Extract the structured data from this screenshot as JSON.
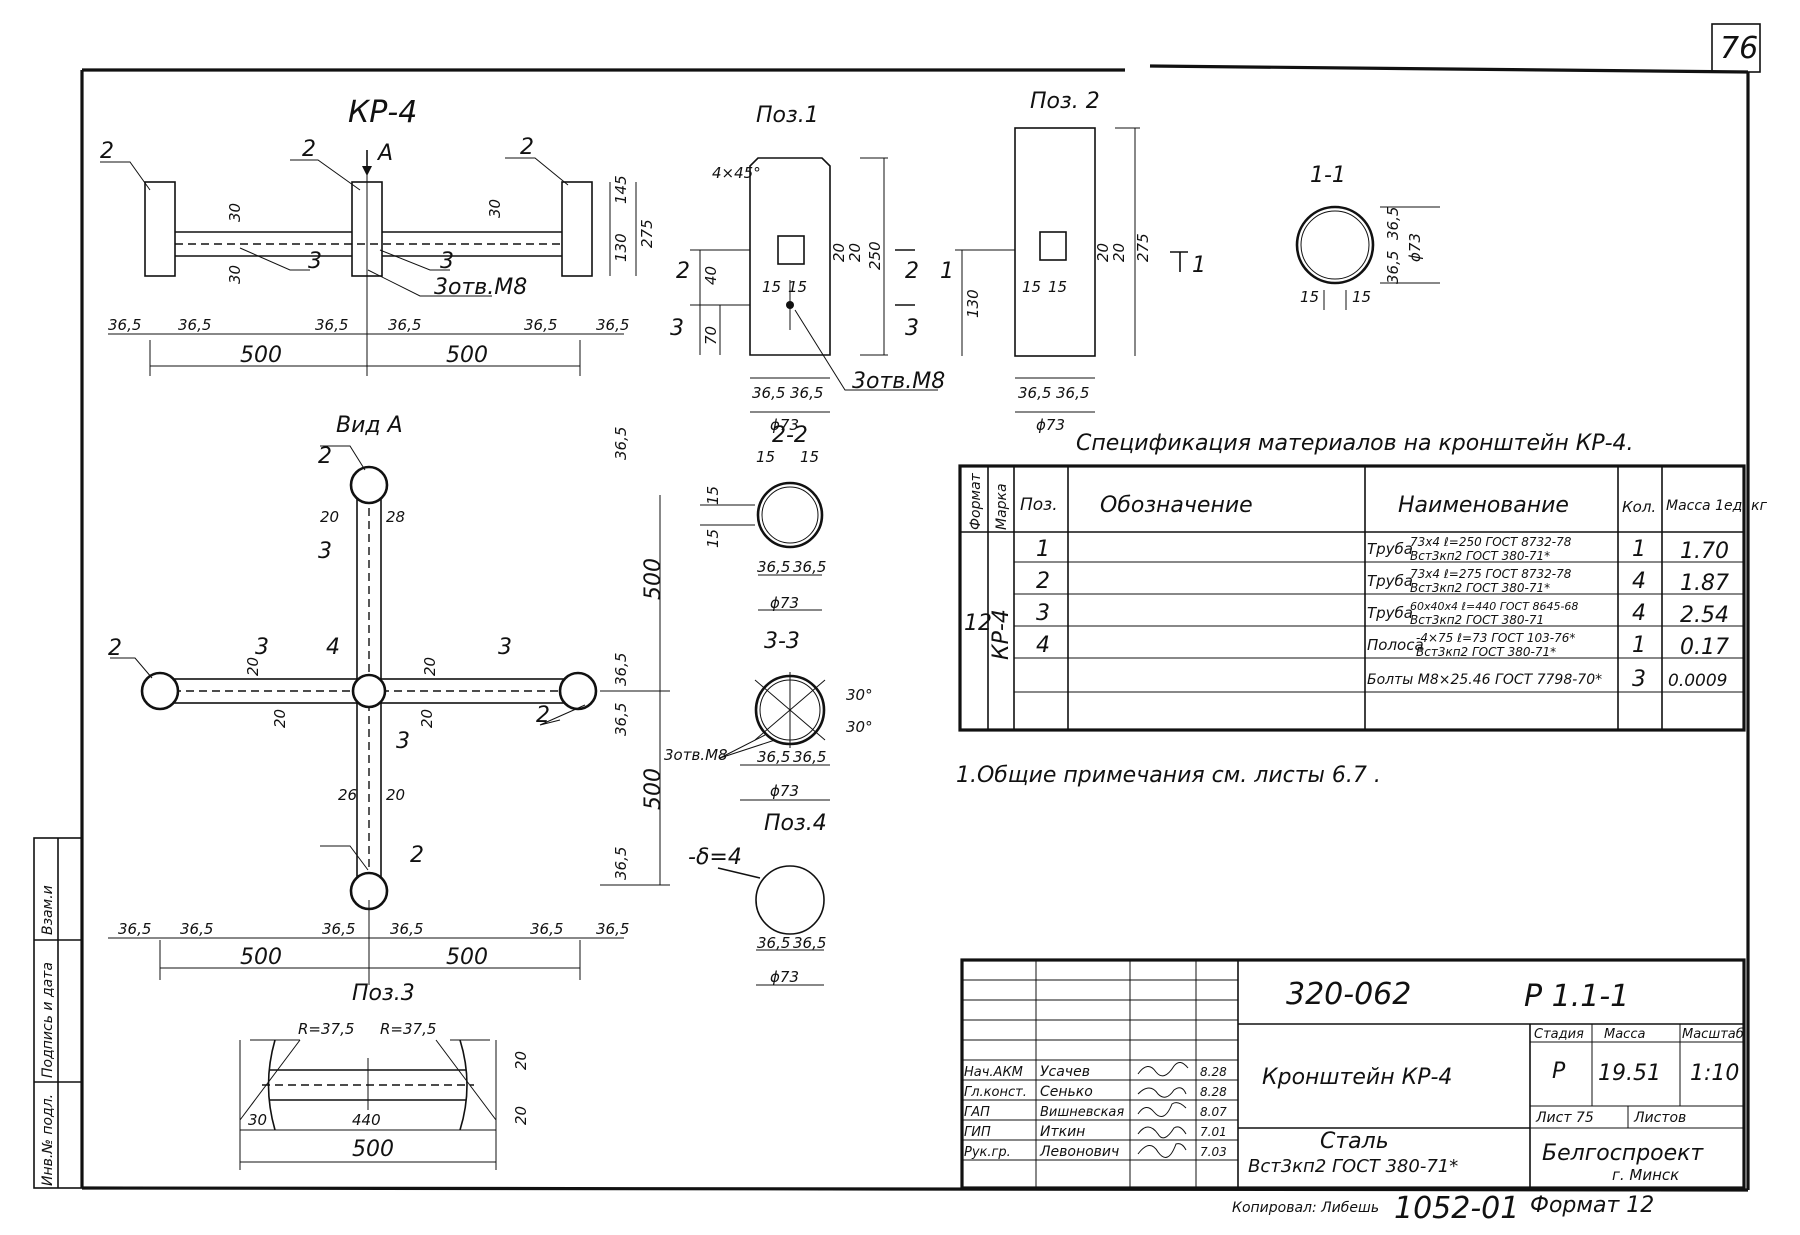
{
  "sheet": {
    "page_number": "76",
    "copied_by": "Копировал: Либешь",
    "copy_number": "1052-01",
    "format": "Формат 12"
  },
  "views": {
    "kr4_title": "КР-4",
    "section_a": "А",
    "pos1_title": "Поз.1",
    "pos2_title": "Поз. 2",
    "sec11_title": "1-1",
    "vid_a_title": "Вид А",
    "sec22_title": "2-2",
    "sec33_title": "3-3",
    "pos3_title": "Поз.3",
    "pos4_title": "Поз.4",
    "pos4_thickness": "-δ=4"
  },
  "dims": {
    "d500": "500",
    "d365": "36,5",
    "d30": "30",
    "d145": "145",
    "d130": "130",
    "d275": "275",
    "d250": "250",
    "d20": "20",
    "d40": "40",
    "d70": "70",
    "d15": "15",
    "d28": "28",
    "d26": "26",
    "d440": "440",
    "phi73": "ϕ73",
    "chamfer": "4×45°",
    "hole": "3отв.М8",
    "r375": "R=37,5",
    "a30": "30°",
    "p1": "1",
    "p2": "2",
    "p3": "3",
    "p4": "4"
  },
  "spec": {
    "title": "Спецификация материалов на кронштейн КР-4.",
    "headers": {
      "format": "Формат",
      "mark": "Марка",
      "pos": "Поз.",
      "designation": "Обозначение",
      "name": "Наименование",
      "qty": "Кол.",
      "mass": "Масса 1ед.,кг"
    },
    "format_value": "12",
    "mark_value": "КР-4",
    "rows": [
      {
        "pos": "1",
        "name_prefix": "Труба",
        "name_top": "73х4 ℓ=250 ГОСТ 8732-78",
        "name_bottom": "Вст3кп2 ГОСТ 380-71*",
        "qty": "1",
        "mass": "1.70"
      },
      {
        "pos": "2",
        "name_prefix": "Труба",
        "name_top": "73х4 ℓ=275 ГОСТ 8732-78",
        "name_bottom": "Вст3кп2 ГОСТ 380-71*",
        "qty": "4",
        "mass": "1.87"
      },
      {
        "pos": "3",
        "name_prefix": "Труба",
        "name_top": "60х40х4 ℓ=440 ГОСТ 8645-68",
        "name_bottom": "Вст3кп2 ГОСТ 380-71",
        "qty": "4",
        "mass": "2.54"
      },
      {
        "pos": "4",
        "name_prefix": "Полоса",
        "name_top": "-4×75 ℓ=73 ГОСТ 103-76*",
        "name_bottom": "Вст3кп2 ГОСТ 380-71*",
        "qty": "1",
        "mass": "0.17"
      },
      {
        "pos": "",
        "name_prefix": "",
        "name_top": "Болты М8×25.46 ГОСТ 7798-70*",
        "name_bottom": "",
        "qty": "3",
        "mass": "0.0009"
      }
    ]
  },
  "notes": "1.Общие примечания см. листы 6.7 .",
  "title_block": {
    "project": "320-062",
    "sheet_code": "Р 1.1-1",
    "item_name": "Кронштейн КР-4",
    "material_1": "Сталь",
    "material_2": "Вст3кп2 ГОСТ 380-71*",
    "stage_label": "Стадия",
    "mass_label": "Масса",
    "scale_label": "Масштаб",
    "stage": "Р",
    "mass": "19.51",
    "scale": "1:10",
    "sheet_label": "Лист 75",
    "sheets_label": "Листов",
    "org": "Белгоспроект",
    "city": "г. Минск",
    "staff": [
      {
        "role": "Нач.АКМ",
        "name": "Усачев",
        "date": "8.28"
      },
      {
        "role": "Гл.конст.",
        "name": "Сенько",
        "date": "8.28"
      },
      {
        "role": "ГАП",
        "name": "Вишневская",
        "date": "8.07"
      },
      {
        "role": "ГИП",
        "name": "Иткин",
        "date": "7.01"
      },
      {
        "role": "Рук.гр.",
        "name": "Левонович",
        "date": "7.03"
      }
    ],
    "side_labels": [
      "Взам.и",
      "Подпись и дата",
      "Инв.№ подл."
    ]
  }
}
